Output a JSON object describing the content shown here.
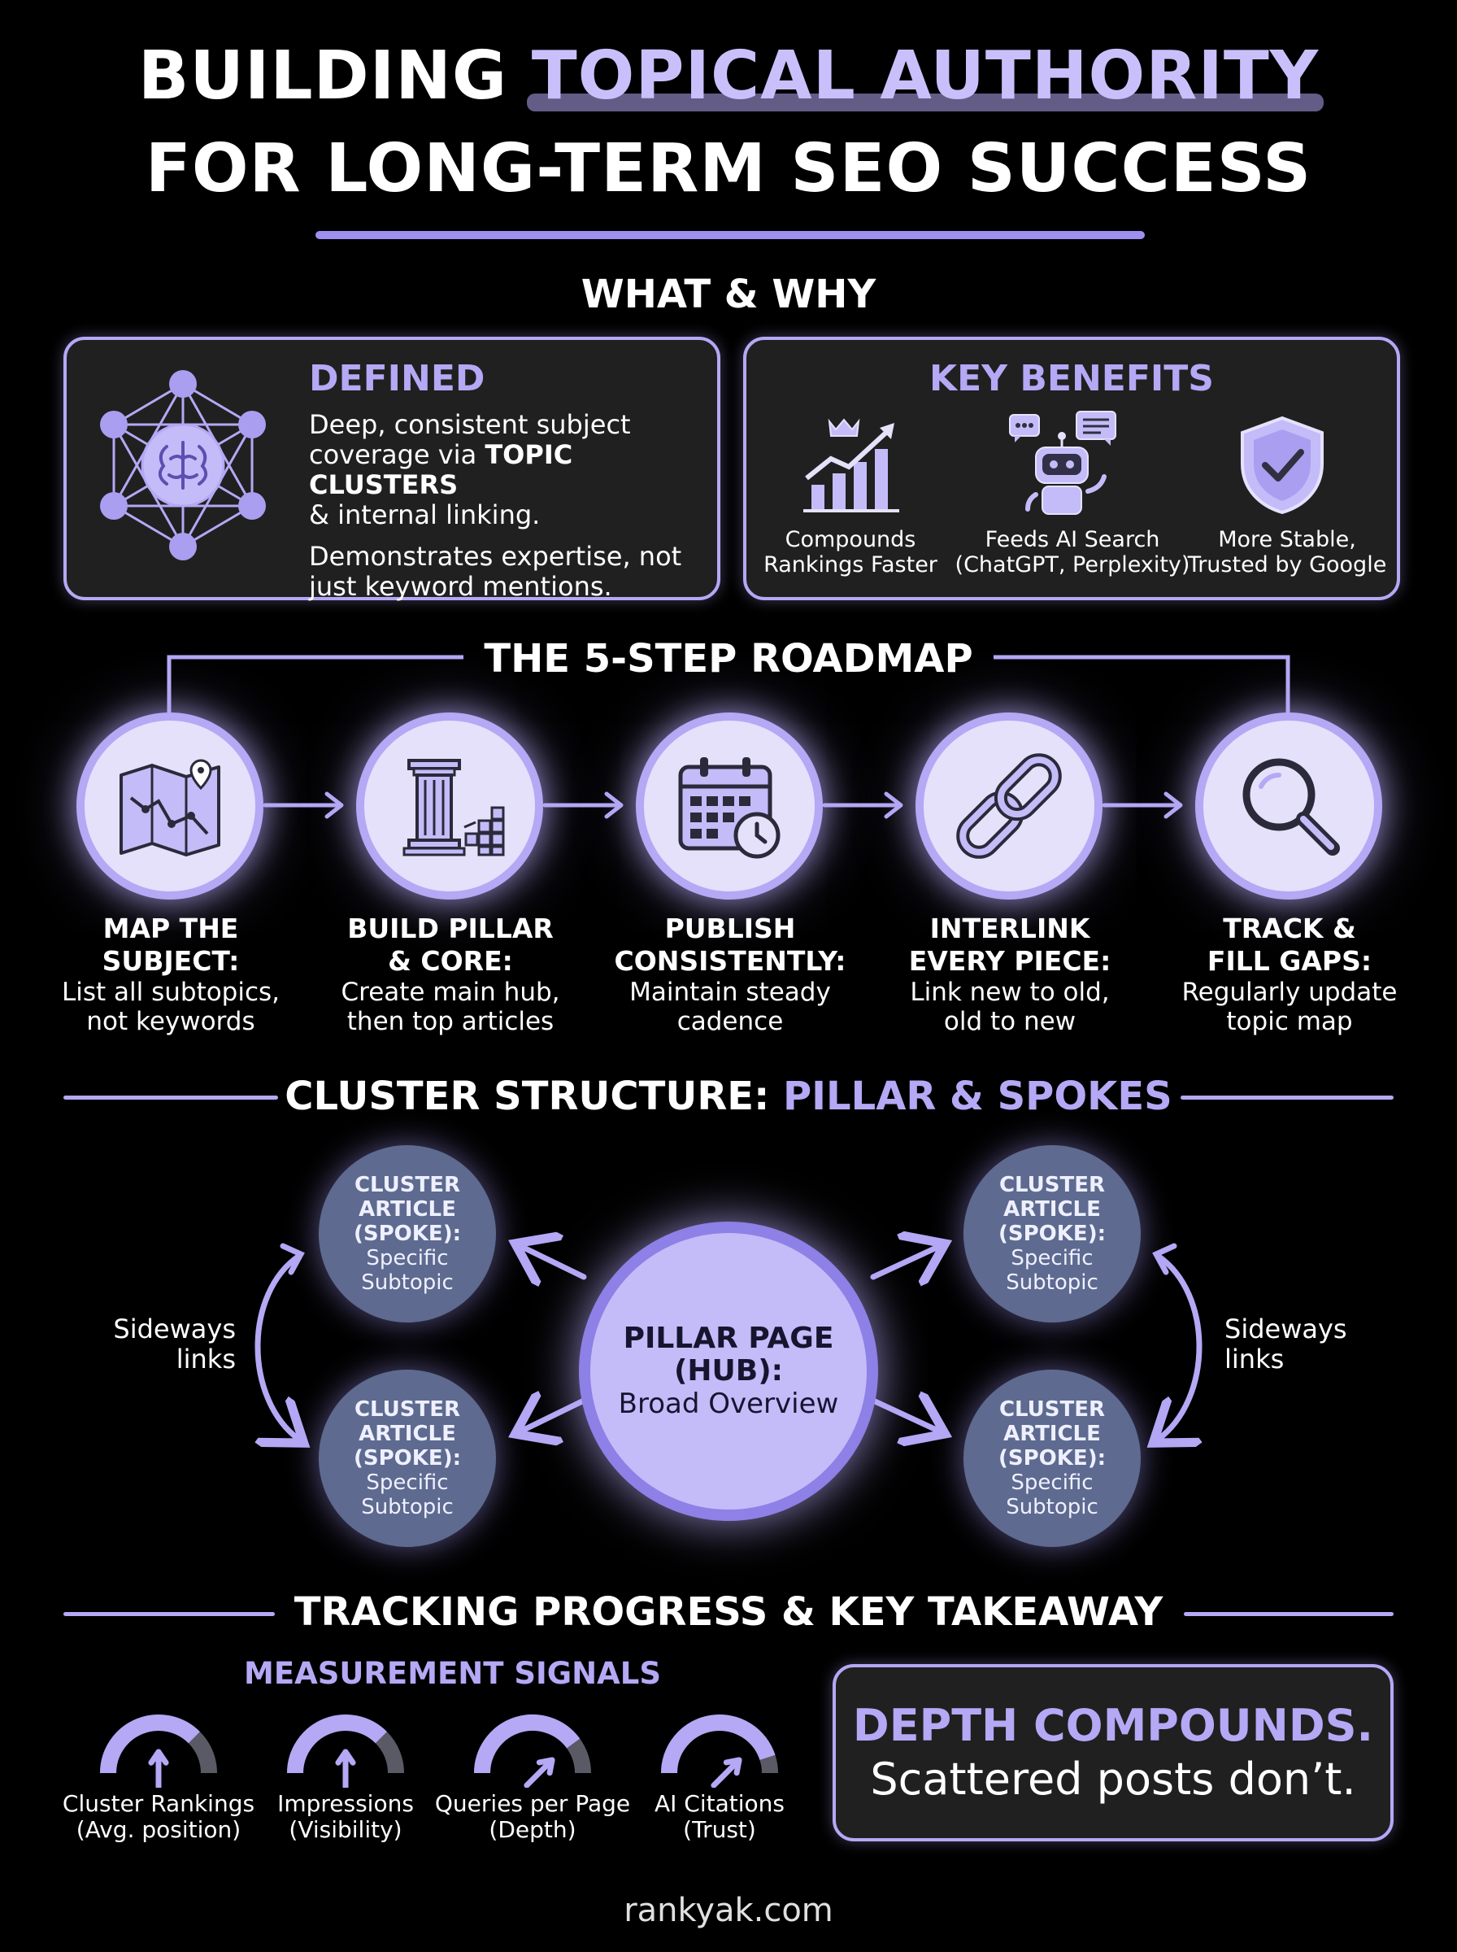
{
  "title": {
    "line1_pre": "BUILDING ",
    "line1_highlight": "TOPICAL AUTHORITY",
    "line2": "FOR LONG-TERM SEO SUCCESS"
  },
  "what_why": {
    "heading": "WHAT & WHY",
    "defined": {
      "title": "DEFINED",
      "p1_a": "Deep, consistent subject",
      "p1_b": "coverage via ",
      "p1_bold": "TOPIC CLUSTERS",
      "p1_c": "& internal linking.",
      "p2_a": "Demonstrates expertise, not",
      "p2_b": "just keyword mentions."
    },
    "benefits": {
      "title": "KEY BENEFITS",
      "items": [
        {
          "line1": "Compounds",
          "line2": "Rankings Faster",
          "icon": "growth-chart-icon"
        },
        {
          "line1": "Feeds AI Search",
          "line2": "(ChatGPT, Perplexity)",
          "icon": "robot-icon"
        },
        {
          "line1": "More Stable,",
          "line2": "Trusted by Google",
          "icon": "shield-check-icon"
        }
      ]
    }
  },
  "roadmap": {
    "heading": "THE 5-STEP ROADMAP",
    "steps": [
      {
        "title1": "MAP THE",
        "title2": "SUBJECT:",
        "desc1": "List all subtopics,",
        "desc2": "not keywords",
        "icon": "map-icon"
      },
      {
        "title1": "BUILD PILLAR",
        "title2": "& CORE:",
        "desc1": "Create main hub,",
        "desc2": "then top articles",
        "icon": "pillar-icon"
      },
      {
        "title1": "PUBLISH",
        "title2": "CONSISTENTLY:",
        "desc1": "Maintain steady",
        "desc2": "cadence",
        "icon": "calendar-icon"
      },
      {
        "title1": "INTERLINK",
        "title2": "EVERY PIECE:",
        "desc1": "Link new to old,",
        "desc2": "old to new",
        "icon": "chain-link-icon"
      },
      {
        "title1": "TRACK &",
        "title2": "FILL GAPS:",
        "desc1": "Regularly update",
        "desc2": "topic map",
        "icon": "magnifier-icon"
      }
    ]
  },
  "cluster": {
    "heading_a": "CLUSTER STRUCTURE: ",
    "heading_b": "PILLAR & SPOKES",
    "hub": {
      "t1": "PILLAR PAGE",
      "t2": "(HUB):",
      "sub": "Broad Overview"
    },
    "spoke": {
      "t1": "CLUSTER",
      "t2": "ARTICLE",
      "t3": "(SPOKE):",
      "s1": "Specific",
      "s2": "Subtopic"
    },
    "sideways": {
      "l1": "Sideways",
      "l2": "links"
    }
  },
  "tracking": {
    "heading": "TRACKING PROGRESS & KEY TAKEAWAY",
    "signals_title": "MEASUREMENT SIGNALS",
    "signals": [
      {
        "line1": "Cluster Rankings",
        "line2": "(Avg. position)",
        "level": 0.75
      },
      {
        "line1": "Impressions",
        "line2": "(Visibility)",
        "level": 0.75
      },
      {
        "line1": "Queries per Page",
        "line2": "(Depth)",
        "level": 0.8
      },
      {
        "line1": "AI Citations",
        "line2": "(Trust)",
        "level": 0.9
      }
    ],
    "takeaway1": "DEPTH COMPOUNDS.",
    "takeaway2": "Scattered posts don’t."
  },
  "footer": "rankyak.com",
  "colors": {
    "accent": "#b5a8f5",
    "panel": "#202020",
    "spoke": "#5e6a8f",
    "hub": "#c4bcf8"
  }
}
